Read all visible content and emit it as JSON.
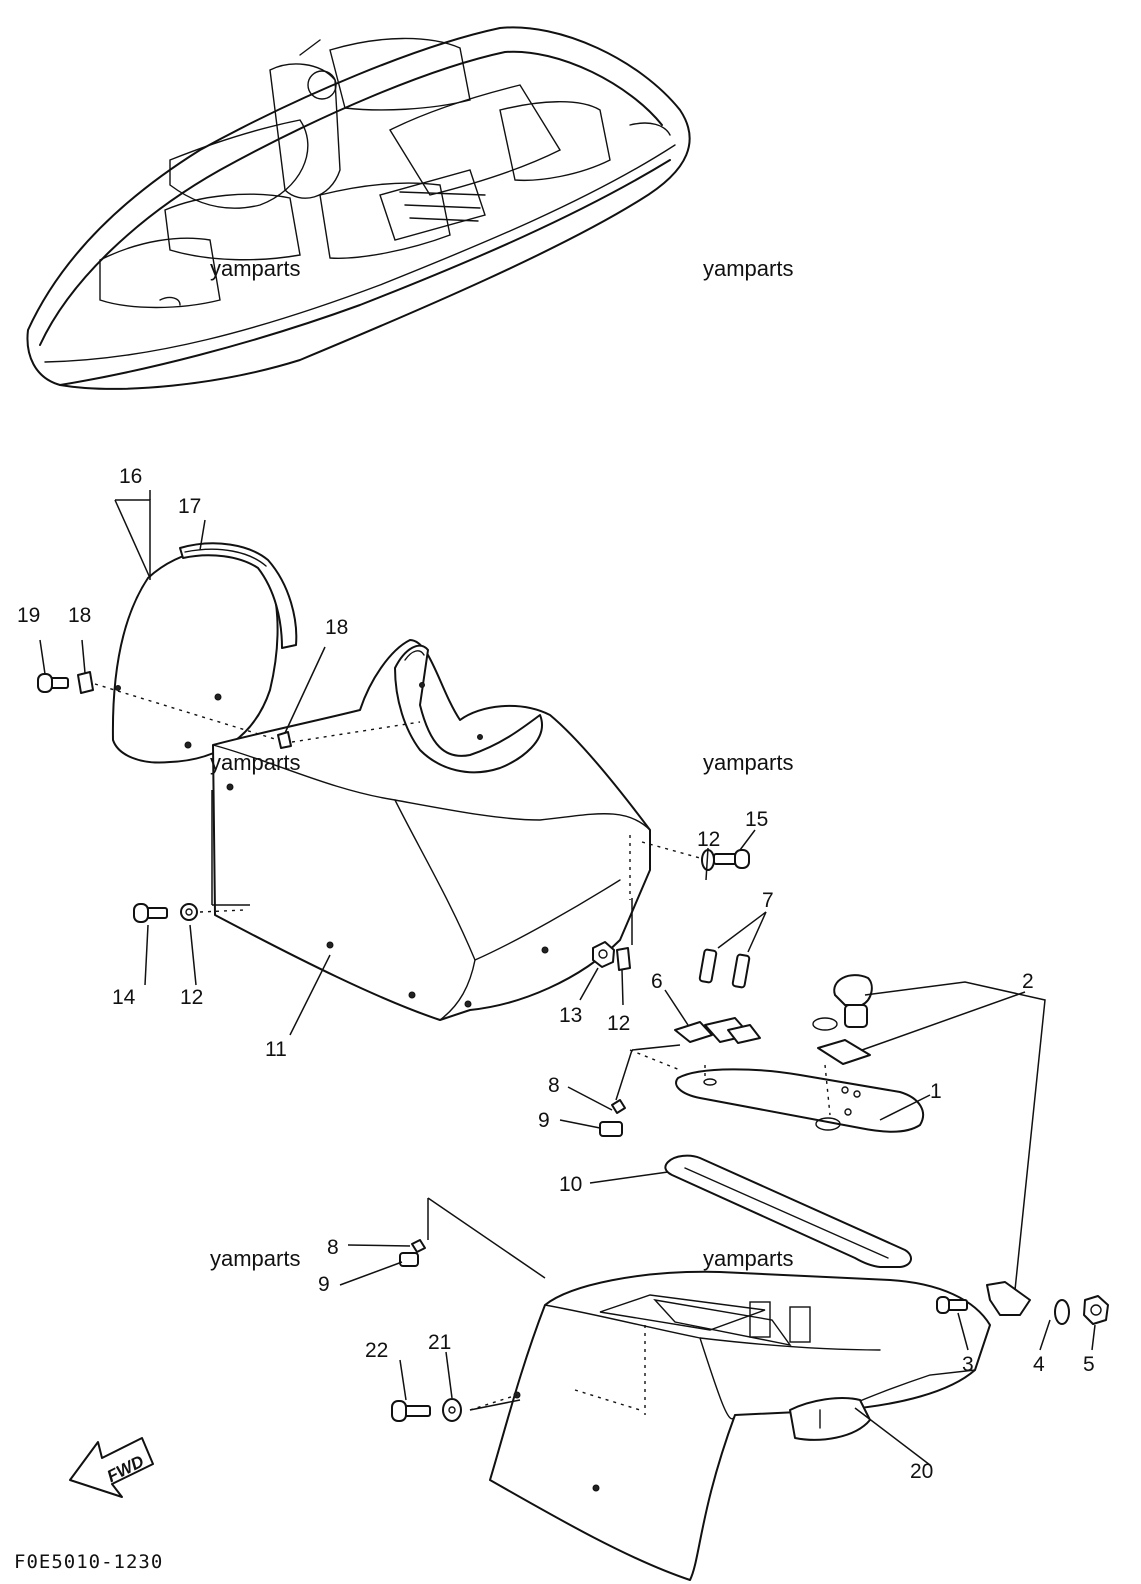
{
  "diagram_code": "F0E5010-1230",
  "direction_arrow_label": "FWD",
  "watermark": "yamparts",
  "callouts": {
    "c1": "1",
    "c2": "2",
    "c3": "3",
    "c4": "4",
    "c5": "5",
    "c6": "6",
    "c7": "7",
    "c8a": "8",
    "c8b": "8",
    "c9a": "9",
    "c9b": "9",
    "c10": "10",
    "c11": "11",
    "c12a": "12",
    "c12b": "12",
    "c12c": "12",
    "c13": "13",
    "c14": "14",
    "c15": "15",
    "c16": "16",
    "c17": "17",
    "c18a": "18",
    "c18b": "18",
    "c19": "19",
    "c20": "20",
    "c21": "21",
    "c22": "22"
  }
}
